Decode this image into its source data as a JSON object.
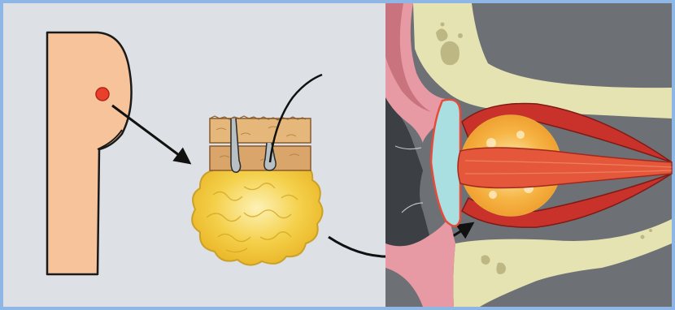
{
  "figure": {
    "panels": [
      "donor-site",
      "graft-tissue",
      "orbit-cross-section"
    ],
    "colors": {
      "background_left": "#dde1e5",
      "background_right": "#6d7074",
      "frame": "#8fb7e6",
      "skin": "#f7c39a",
      "marker": "#e8402a",
      "fat": "#f4cf3f",
      "bone": "#e6e3b3",
      "muscle": "#d84a2f",
      "conformer": "#a9dfe0",
      "lid_tissue": "#e79aa3"
    },
    "icons": [
      "body-outline",
      "donor-site-marker",
      "dermis-fat-graft",
      "hair-follicle",
      "orbit-bone",
      "eyelid",
      "conformer-shell",
      "graft-in-socket",
      "extraocular-muscles",
      "arrow"
    ]
  }
}
